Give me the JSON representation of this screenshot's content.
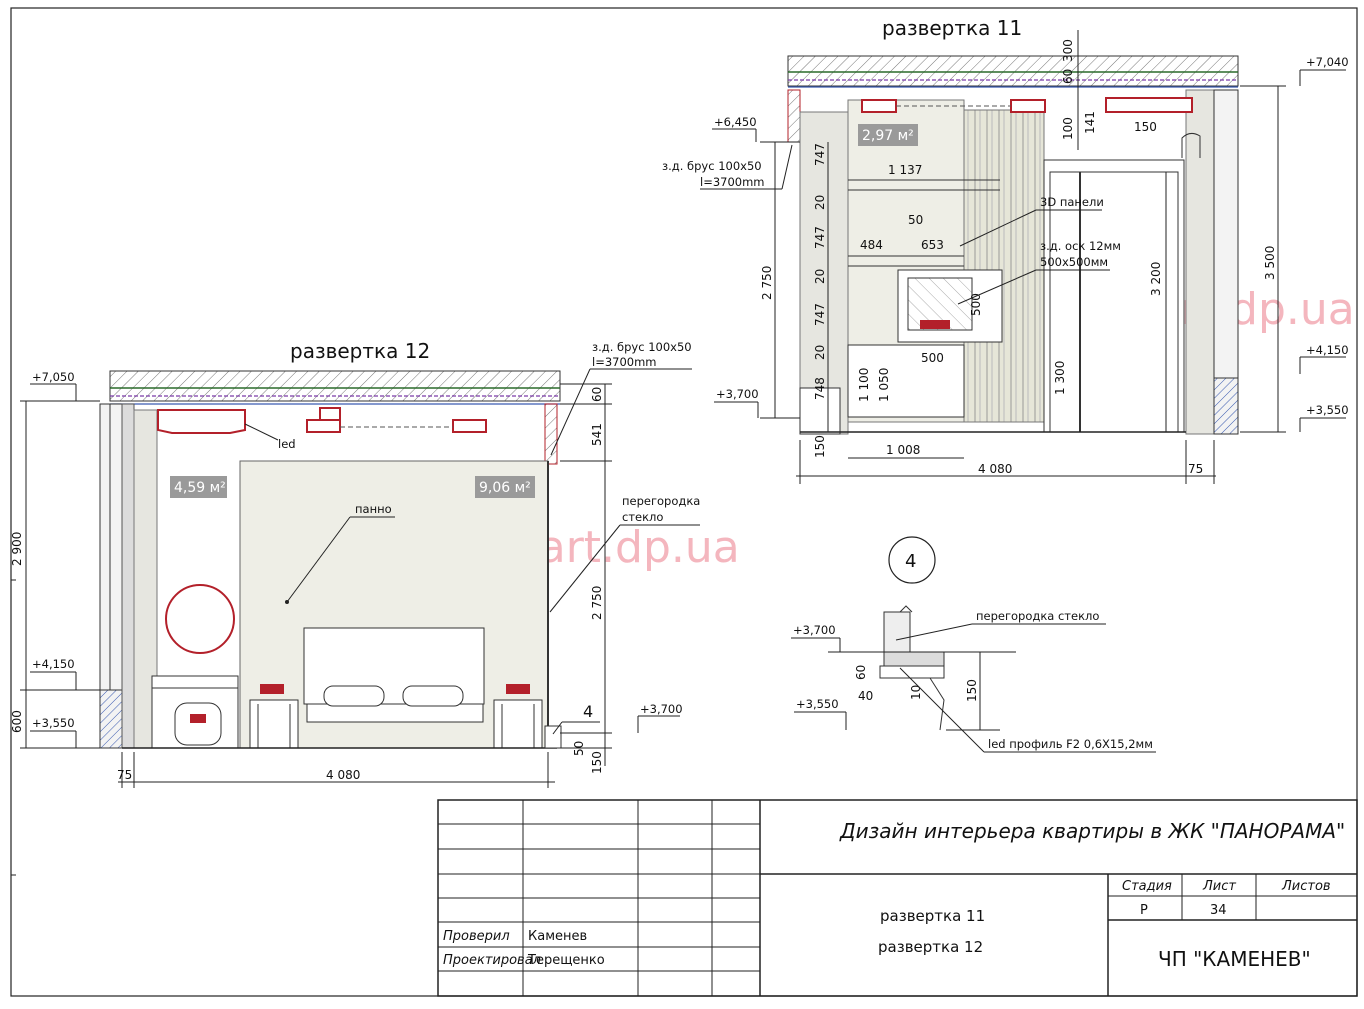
{
  "sheet": {
    "watermark": "m-art.dp.ua",
    "accent_red": "#b3202a",
    "panel_fill": "#eeeee6"
  },
  "elev12": {
    "title": "развертка 12",
    "levels": [
      "+7,050",
      "+4,150",
      "+3,550",
      "+3,700"
    ],
    "dims": {
      "total_w": "4 080",
      "left_gap": "75",
      "h2900": "2 900",
      "h600": "600",
      "h60": "60",
      "h541": "541",
      "h2750": "2 750",
      "h50": "50",
      "h150": "150"
    },
    "areas": [
      "4,59 м²",
      "9,06 м²"
    ],
    "labels": {
      "beam": "з.д. брус 100x50",
      "beam_len": "l=3700mm",
      "led": "led",
      "panel": "панно",
      "partition1": "перегородка",
      "partition2": "стекло",
      "node": "4"
    }
  },
  "elev11": {
    "title": "развертка 11",
    "levels": [
      "+7,040",
      "+6,450",
      "+3,700",
      "+4,150",
      "+3,550"
    ],
    "dims": {
      "total_w": "4 080",
      "right_gap": "75",
      "w1137": "1 137",
      "w50": "50",
      "w484": "484",
      "w653": "653",
      "w500a": "500",
      "w500b": "500",
      "w1008": "1 008",
      "h747a": "747",
      "h20a": "20",
      "h747b": "747",
      "h20b": "20",
      "h747c": "747",
      "h20c": "20",
      "h748": "748",
      "h150": "150",
      "h2750": "2 750",
      "h1100": "1 100",
      "h1050": "1 050",
      "h1300": "1 300",
      "h3200": "3 200",
      "h3500": "3 500",
      "h300": "300",
      "h60": "60",
      "h141": "141",
      "h100": "100",
      "w150": "150"
    },
    "area": "2,97 м²",
    "labels": {
      "beam": "з.д. брус 100x50",
      "beam_len": "l=3700mm",
      "panels": "3D панели",
      "mirror1": "з.д. оск 12мм",
      "mirror2": "500x500мм"
    }
  },
  "node4": {
    "id": "4",
    "levels": [
      "+3,700",
      "+3,550"
    ],
    "dims": {
      "d60": "60",
      "d40": "40",
      "d10": "10",
      "d150": "150"
    },
    "labels": {
      "partition": "перегородка стекло",
      "led": "led профиль F2 0,6X15,2мм"
    }
  },
  "stamp": {
    "project": "Дизайн интерьера квартиры в ЖК \"ПАНОРАМА\"",
    "sheet_names": [
      "развертка 11",
      "развертка 12"
    ],
    "col_stage": "Стадия",
    "col_sheet": "Лист",
    "col_sheets": "Листов",
    "stage": "Р",
    "sheet_no": "34",
    "sheets_total": "",
    "checked_label": "Проверил",
    "checked_name": "Каменев",
    "designed_label": "Проектировал",
    "designed_name": "Терещенко",
    "company": "ЧП \"КАМЕНЕВ\""
  }
}
